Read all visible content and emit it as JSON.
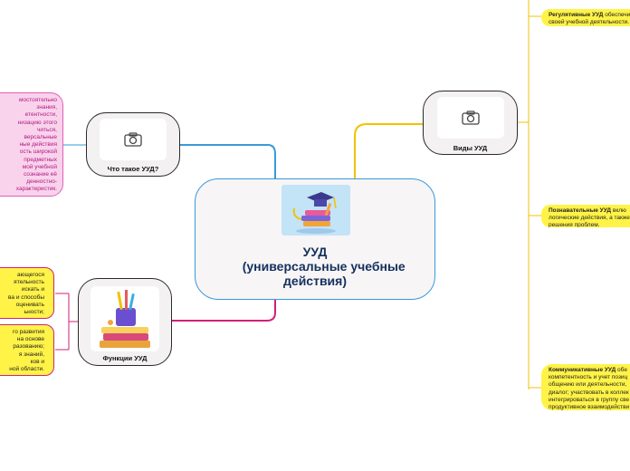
{
  "central": {
    "title": "УУД\n     (универсальные учебные\nдействия)",
    "image_icon": "graduation-cap-books-illustration"
  },
  "nodes": {
    "what": {
      "label": "Что такое УУД?",
      "icon": "camera-icon"
    },
    "kinds": {
      "label": "Виды УУД",
      "icon": "camera-icon"
    },
    "functions": {
      "label": "Функции УУД",
      "icon": "stationery-books-illustration"
    }
  },
  "notes": {
    "what_text": "мостоятельно\n знания,\nетентности,\nнизацию этого\nчиться,\nверсальные\nные действия\nость широкой\n предметных\nмой учебной\n сознание её\nденностно-\nхарактеристик.",
    "func_1": "ающегося\nятельность\n искать и\nва и способы\n оценивать\nьности;",
    "func_2": "го развития\nна основе\nразованию;\nя знаний,\nков и\nной области.",
    "reg_title": "Регулятивные УУД",
    "reg_text": " обеспечи\nсвоей учебной деятельности.",
    "cog_title": "Познавательные УУД",
    "cog_text": " вклю\nлогические действия, а также\nрешения проблем.",
    "com_title": "Коммуникативные УУД",
    "com_text": " обе\nкомпетентность и учет позиц\nобщению или деятельности, \nдиалог; участвовать в коллек\nинтегрироваться в группу све\nпродуктивное взаимодействи\nсверстниками и взрослыми."
  },
  "colors": {
    "central_border": "#3a9ad9",
    "branch_blue": "#3a9ad9",
    "branch_yellow": "#f2c200",
    "branch_pink": "#d2207a",
    "note_yellow": "#fff347",
    "note_pink": "#f9d3ec"
  }
}
